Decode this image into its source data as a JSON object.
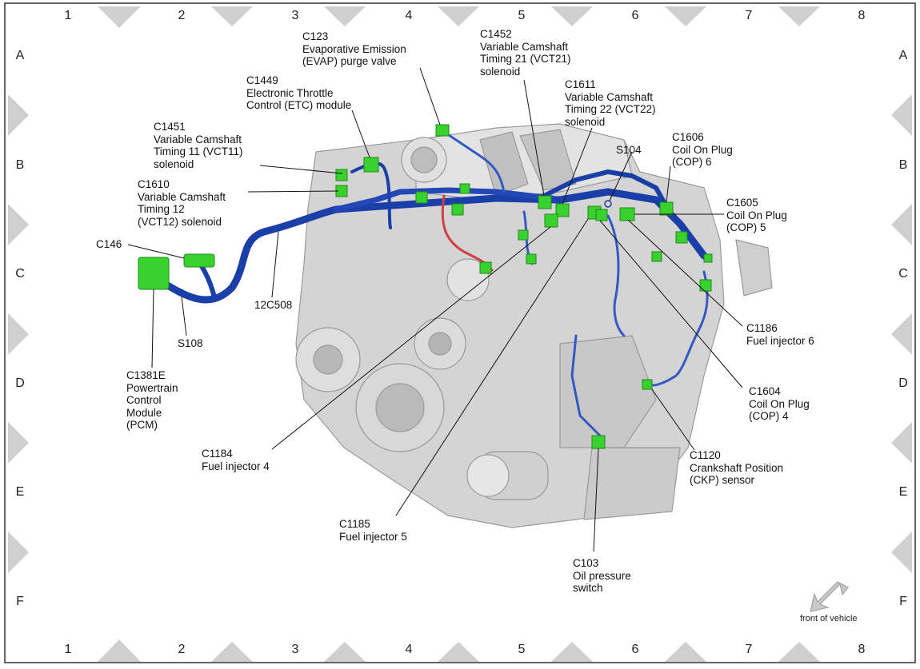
{
  "grid": {
    "columns": [
      "1",
      "2",
      "3",
      "4",
      "5",
      "6",
      "7",
      "8"
    ],
    "rows": [
      "A",
      "B",
      "C",
      "D",
      "E",
      "F"
    ]
  },
  "callouts": {
    "c123": "C123\nEvaporative Emission\n(EVAP) purge valve",
    "c1452": "C1452\nVariable Camshaft\nTiming 21 (VCT21)\nsolenoid",
    "c1449": "C1449\nElectronic Throttle\nControl (ETC) module",
    "c1611": "C1611\nVariable Camshaft\nTiming 22 (VCT22)\nsolenoid",
    "c1451": "C1451\nVariable Camshaft\nTiming 11 (VCT11)\nsolenoid",
    "c1606": "C1606\nCoil On Plug\n(COP) 6",
    "s104": "S104",
    "c1610": "C1610\nVariable Camshaft\nTiming 12\n(VCT12) solenoid",
    "c1605": "C1605\nCoil On Plug\n(COP) 5",
    "c146": "C146",
    "c12c508": "12C508",
    "s108": "S108",
    "c1186": "C1186\nFuel injector 6",
    "c1381e": "C1381E\nPowertrain\nControl\nModule\n(PCM)",
    "c1604": "C1604\nCoil On Plug\n(COP) 4",
    "c1184": "C1184\nFuel injector 4",
    "c1120": "C1120\nCrankshaft Position\n(CKP) sensor",
    "c1185": "C1185\nFuel injector 5",
    "c103": "C103\nOil pressure\nswitch"
  },
  "front_of_vehicle": "front of vehicle",
  "colors": {
    "harness": "#1a3fa8",
    "harness_light": "#4a6fd0",
    "connector": "#39d12e",
    "engine": "#c9c9c9",
    "vacuum_hose": "#d04040",
    "border": "#333333",
    "marker": "#cfcfcf"
  }
}
